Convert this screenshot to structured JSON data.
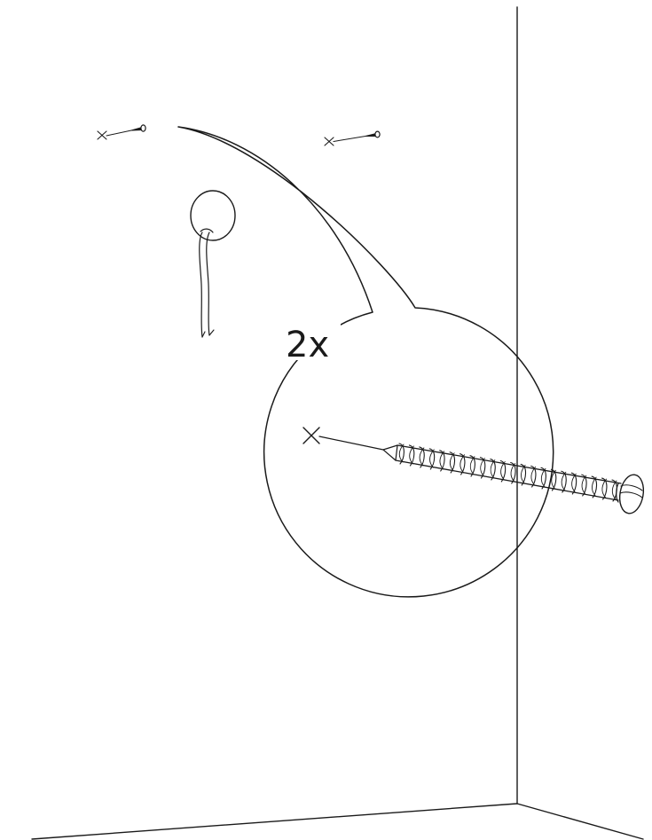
{
  "diagram": {
    "quantity_label": "2x",
    "line_color": "#1a1a1a",
    "background_color": "#ffffff",
    "thread_turns": 22,
    "icons": {
      "wall_corner": "wall-corner-lines",
      "small_screw": "screw-icon",
      "drill_mark": "drill-point-cross-icon",
      "cable_outlet": "cable-outlet-icon",
      "zoom_callout": "zoom-callout-bubble",
      "detail_screw": "screw-detail-icon"
    }
  }
}
